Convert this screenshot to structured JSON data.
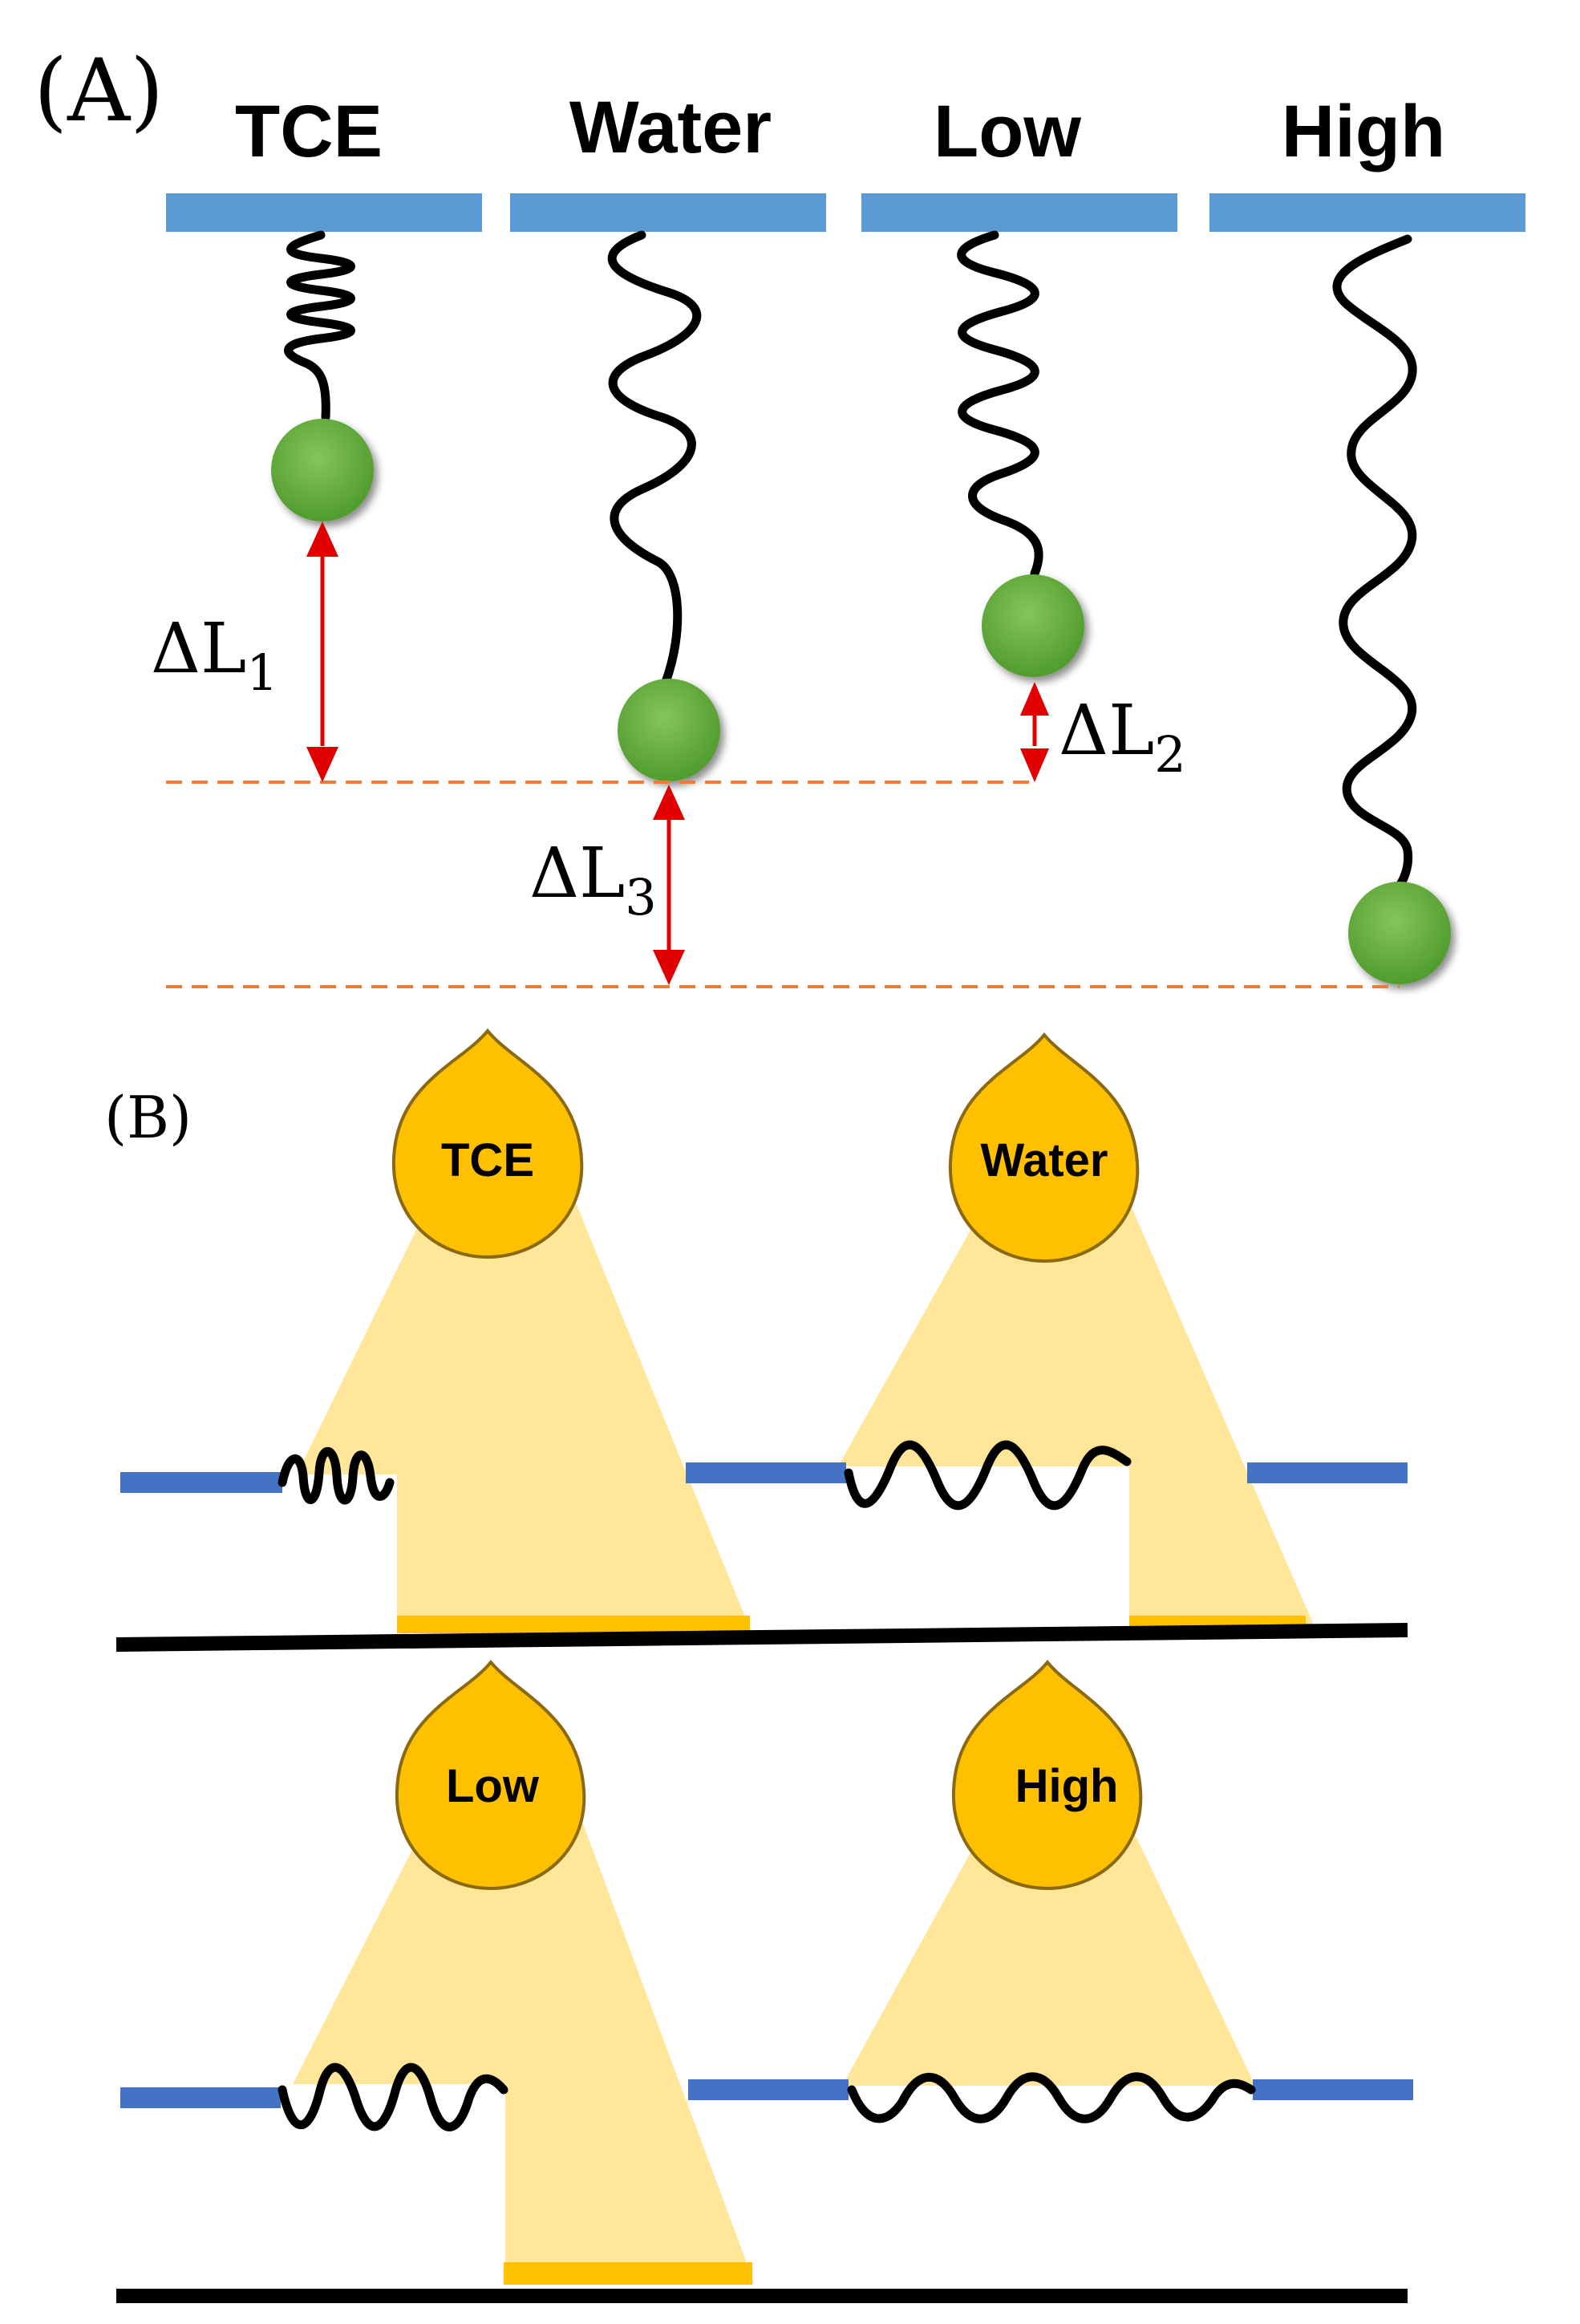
{
  "panel_a": {
    "label": "(A)",
    "columns": [
      "TCE",
      "Water",
      "Low",
      "High"
    ],
    "delta_l1": {
      "symbol": "ΔL",
      "sub": "1"
    },
    "delta_l2": {
      "symbol": "ΔL",
      "sub": "2"
    },
    "delta_l3": {
      "symbol": "ΔL",
      "sub": "3"
    }
  },
  "panel_b": {
    "label": "(B)",
    "drops": [
      "TCE",
      "Water",
      "Low",
      "High"
    ]
  },
  "colors": {
    "surface_bar": "#5B9BD5",
    "substrate_bar": "#4472C4",
    "bead": "#5fa83a",
    "arrow": "#e00000",
    "guide_line": "#ED7D31",
    "drop_fill": "#FFC000",
    "drop_stroke": "#8a6a10",
    "cone_fill": "#FFE699",
    "baseline": "#000000"
  }
}
